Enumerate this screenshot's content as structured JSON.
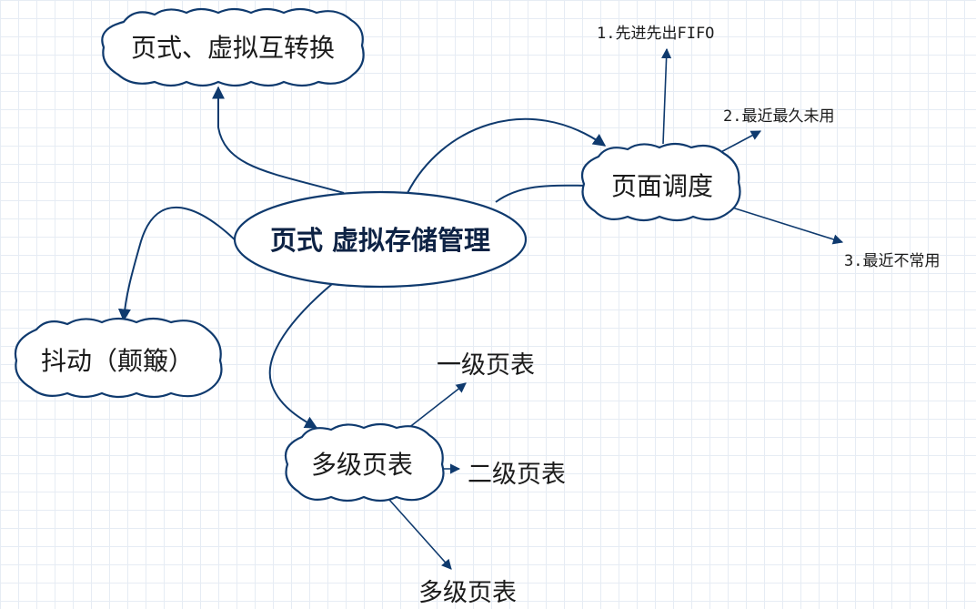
{
  "diagram": {
    "center": {
      "label": "页式 虚拟存储管理"
    },
    "topics": {
      "conversion": "页式、虚拟互转换",
      "scheduling": "页面调度",
      "thrashing": "抖动（颠簸）",
      "multilevel": "多级页表"
    },
    "scheduling_items": [
      "1.先进先出FIFO",
      "2.最近最久未用",
      "3.最近不常用"
    ],
    "multilevel_items": [
      "一级页表",
      "二级页表",
      "多级页表"
    ],
    "colors": {
      "line": "#0f3a6e",
      "grid": "#e6ecf4",
      "text": "#1b1b1b",
      "center_text": "#0d2244"
    }
  }
}
